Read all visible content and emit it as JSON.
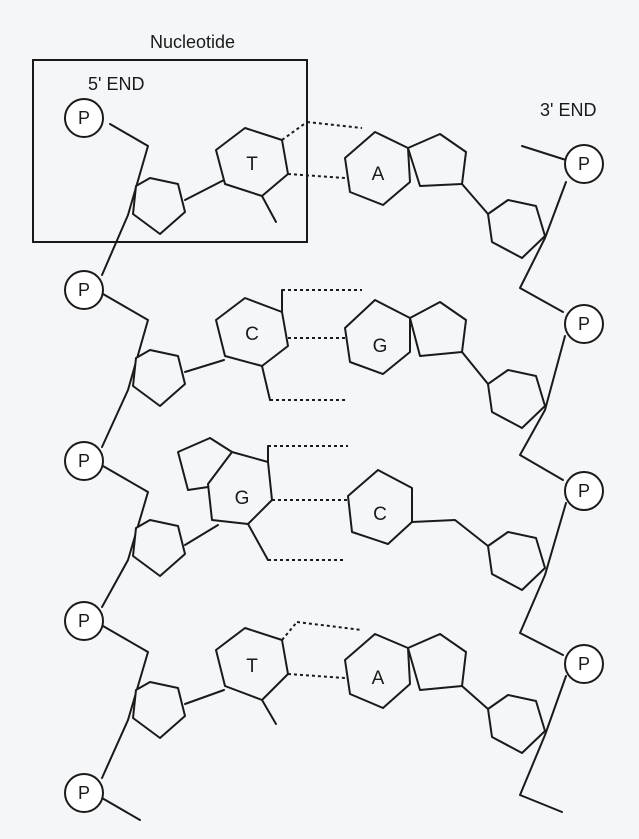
{
  "labels": {
    "nucleotide": "Nucleotide",
    "five_prime_end": "5' END",
    "three_prime_end": "3' END",
    "phosphate": "P"
  },
  "base_pairs": [
    {
      "left": "T",
      "right": "A"
    },
    {
      "left": "C",
      "right": "G"
    },
    {
      "left": "G",
      "right": "C"
    },
    {
      "left": "T",
      "right": "A"
    }
  ]
}
